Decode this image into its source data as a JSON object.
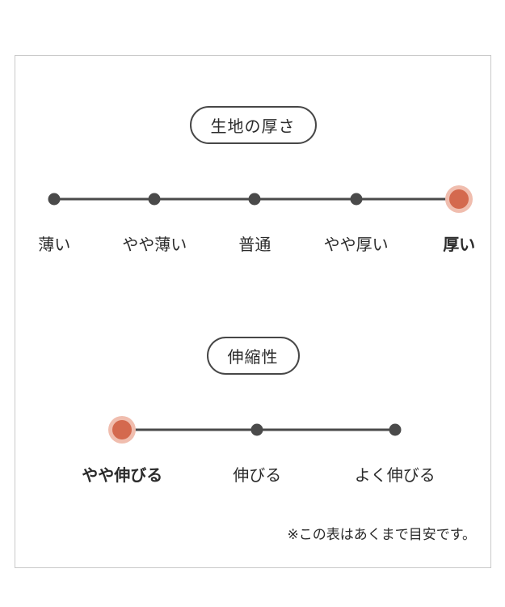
{
  "colors": {
    "accent": "#d4694e",
    "accent_ring": "#f0bdae",
    "dot": "#4a4a4a",
    "line": "#4a4a4a",
    "text": "#2b2b2b",
    "border": "#c9c9c9"
  },
  "note": "※この表はあくまで目安です。",
  "scales": [
    {
      "title": "生地の厚さ",
      "items": [
        {
          "label": "薄い",
          "selected": false
        },
        {
          "label": "やや薄い",
          "selected": false
        },
        {
          "label": "普通",
          "selected": false
        },
        {
          "label": "やや厚い",
          "selected": false
        },
        {
          "label": "厚い",
          "selected": true
        }
      ]
    },
    {
      "title": "伸縮性",
      "items": [
        {
          "label": "やや伸びる",
          "selected": true
        },
        {
          "label": "伸びる",
          "selected": false
        },
        {
          "label": "よく伸びる",
          "selected": false
        }
      ]
    }
  ]
}
